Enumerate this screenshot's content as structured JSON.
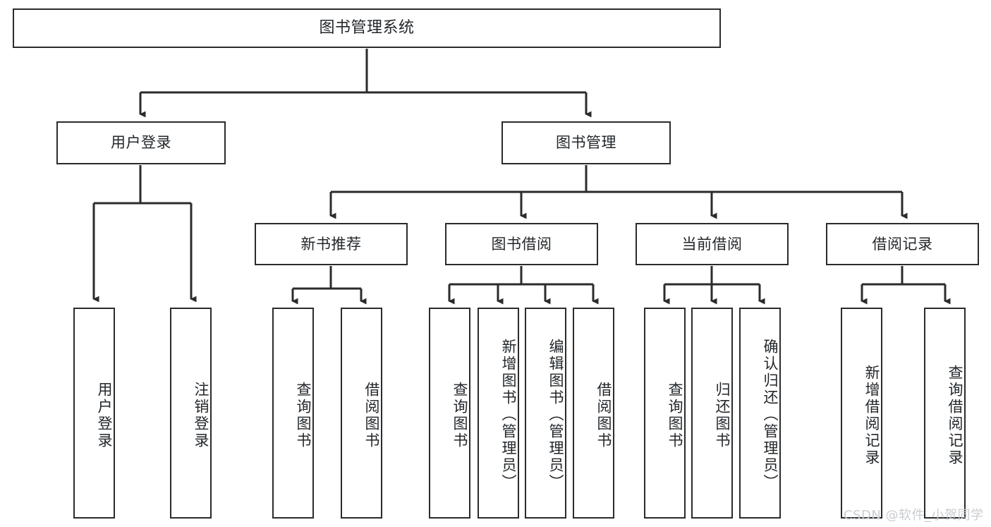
{
  "diagram": {
    "title": "图书管理系统",
    "type": "hierarchy-tree",
    "watermark": "CSDN @软件_小贺同学",
    "colors": {
      "stroke": "#2b2b2b",
      "fill": "#ffffff",
      "text": "#23272b",
      "watermark": "#c9ccd1"
    },
    "levels": {
      "root": {
        "label": "图书管理系统"
      },
      "level2": [
        {
          "label": "用户登录"
        },
        {
          "label": "图书管理"
        }
      ],
      "level3": [
        {
          "label": "新书推荐"
        },
        {
          "label": "图书借阅"
        },
        {
          "label": "当前借阅"
        },
        {
          "label": "借阅记录"
        }
      ],
      "leaves": {
        "user_login": [
          {
            "label": "用户登录"
          },
          {
            "label": "注销登录"
          }
        ],
        "new_book_recommend": [
          {
            "label": "查询图书"
          },
          {
            "label": "借阅图书"
          }
        ],
        "book_borrow": [
          {
            "label": "查询图书"
          },
          {
            "label": "新增图书（管理员）"
          },
          {
            "label": "编辑图书（管理员）"
          },
          {
            "label": "借阅图书"
          }
        ],
        "current_borrow": [
          {
            "label": "查询图书"
          },
          {
            "label": "归还图书"
          },
          {
            "label": "确认归还（管理员）"
          }
        ],
        "borrow_record": [
          {
            "label": "新增借阅记录"
          },
          {
            "label": "查询借阅记录"
          }
        ]
      }
    }
  }
}
